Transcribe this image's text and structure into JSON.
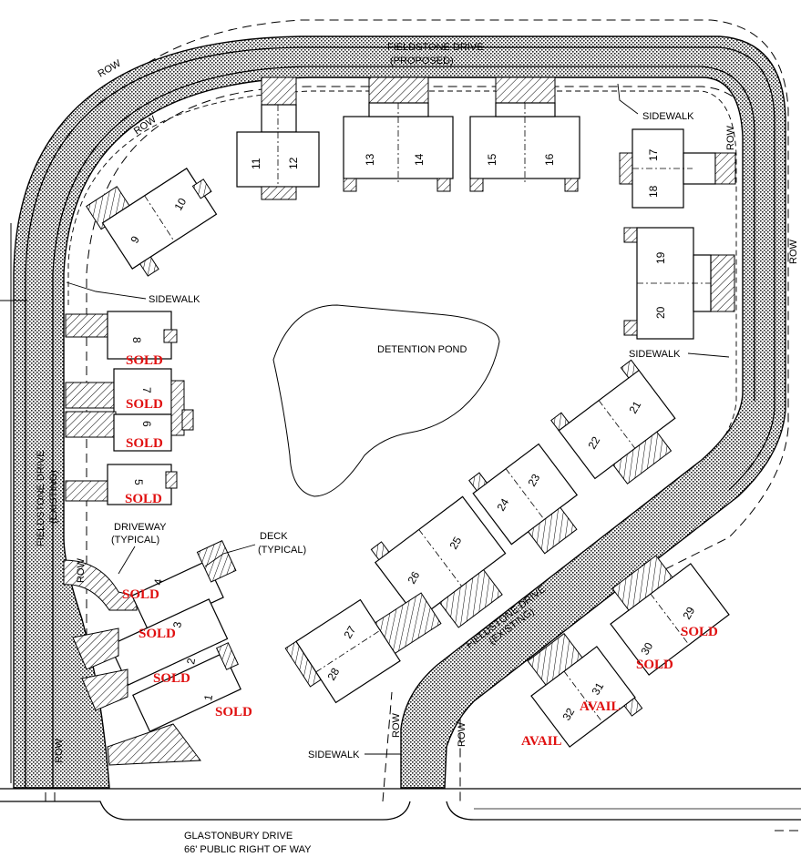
{
  "streets": {
    "north_name": "FIELDSTONE DRIVE",
    "north_note": "(PROPOSED)",
    "west_name": "FIELDSTONE DRIVE",
    "west_note": "(EXISTING)",
    "inner_name": "FIELDSTONE DRIVE",
    "inner_note": "(EXISTING)",
    "south_name": "GLASTONBURY DRIVE",
    "south_note": "66' PUBLIC RIGHT OF WAY"
  },
  "labels": {
    "row": "ROW",
    "sidewalk": "SIDEWALK",
    "detention_pond": "DETENTION POND",
    "driveway": "DRIVEWAY",
    "driveway_note": "(TYPICAL)",
    "deck": "DECK",
    "deck_note": "(TYPICAL)"
  },
  "units": [
    {
      "number": "1",
      "status": "SOLD"
    },
    {
      "number": "2",
      "status": "SOLD"
    },
    {
      "number": "3",
      "status": "SOLD"
    },
    {
      "number": "4",
      "status": "SOLD"
    },
    {
      "number": "5",
      "status": "SOLD"
    },
    {
      "number": "6",
      "status": "SOLD"
    },
    {
      "number": "7",
      "status": "SOLD"
    },
    {
      "number": "8",
      "status": "SOLD"
    },
    {
      "number": "9",
      "status": ""
    },
    {
      "number": "10",
      "status": ""
    },
    {
      "number": "11",
      "status": ""
    },
    {
      "number": "12",
      "status": ""
    },
    {
      "number": "13",
      "status": ""
    },
    {
      "number": "14",
      "status": ""
    },
    {
      "number": "15",
      "status": ""
    },
    {
      "number": "16",
      "status": ""
    },
    {
      "number": "17",
      "status": ""
    },
    {
      "number": "18",
      "status": ""
    },
    {
      "number": "19",
      "status": ""
    },
    {
      "number": "20",
      "status": ""
    },
    {
      "number": "21",
      "status": ""
    },
    {
      "number": "22",
      "status": ""
    },
    {
      "number": "23",
      "status": ""
    },
    {
      "number": "24",
      "status": ""
    },
    {
      "number": "25",
      "status": ""
    },
    {
      "number": "26",
      "status": ""
    },
    {
      "number": "27",
      "status": ""
    },
    {
      "number": "28",
      "status": ""
    },
    {
      "number": "29",
      "status": "SOLD"
    },
    {
      "number": "30",
      "status": "SOLD"
    },
    {
      "number": "31",
      "status": "AVAIL"
    },
    {
      "number": "32",
      "status": "AVAIL"
    }
  ],
  "colors": {
    "status": "#e01010",
    "line": "#000000"
  }
}
